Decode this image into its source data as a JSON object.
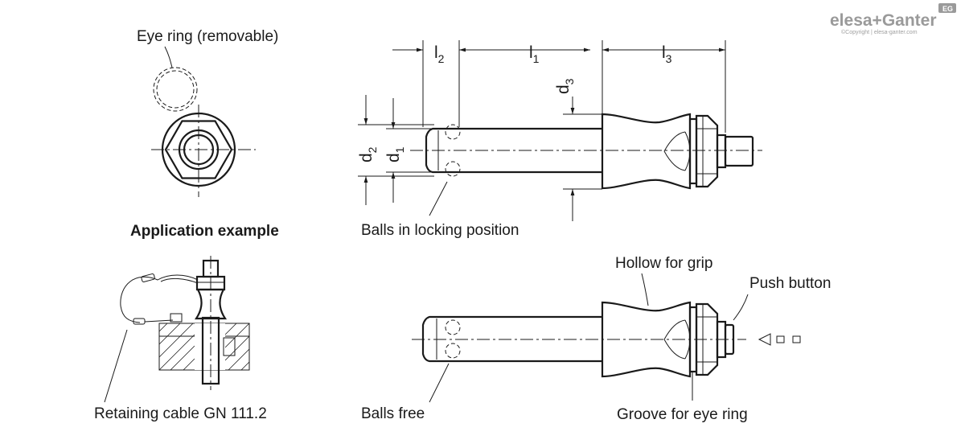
{
  "logo": {
    "brand": "elesa+Ganter",
    "badge": "EG",
    "copyright": "©Copyright | elesa-ganter.com"
  },
  "labels": {
    "eye_ring": "Eye ring (removable)",
    "application_example": "Application example",
    "retaining_cable": "Retaining cable GN 111.2",
    "balls_locking": "Balls in locking position",
    "balls_free": "Balls free",
    "hollow_grip": "Hollow for grip",
    "push_button": "Push button",
    "groove_eye_ring": "Groove for eye ring"
  },
  "dimensions": {
    "l1": {
      "letter": "l",
      "index": "1"
    },
    "l2": {
      "letter": "l",
      "index": "2"
    },
    "l3": {
      "letter": "l",
      "index": "3"
    },
    "d1": {
      "letter": "d",
      "index": "1"
    },
    "d2": {
      "letter": "d",
      "index": "2"
    },
    "d3": {
      "letter": "d",
      "index": "3"
    }
  }
}
